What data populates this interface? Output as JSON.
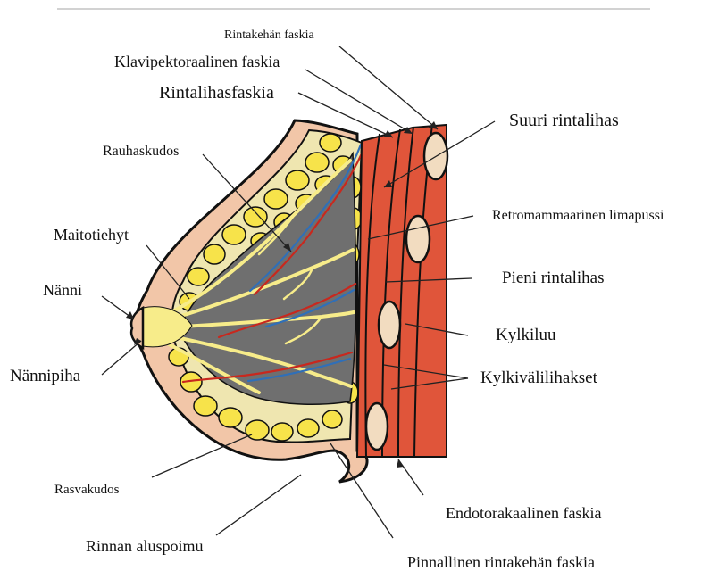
{
  "labels": {
    "rintakehan_faskia": "Rintakehän faskia",
    "klavipektoraalinen_faskia": "Klavipektoraalinen faskia",
    "rintalihasfaskia": "Rintalihasfaskia",
    "suuri_rintalihas": "Suuri rintalihas",
    "rauhaskudos": "Rauhaskudos",
    "retromammaarinen_limapussi": "Retromammaarinen limapussi",
    "maitotiehyt": "Maitotiehyt",
    "pieni_rintalihas": "Pieni rintalihas",
    "nanni": "Nänni",
    "kylkiluu": "Kylkiluu",
    "nannipiha": "Nännipiha",
    "kylkivalilihakset": "Kylkivälilihakset",
    "rasvakudos": "Rasvakudos",
    "endotorakaalinen_faskia": "Endotorakaalinen faskia",
    "rinnan_aluspoimu": "Rinnan aluspoimu",
    "pinnallinen_rintakehan_faskia": "Pinnallinen rintakehän faskia"
  },
  "colors": {
    "skin": "#f2c6a8",
    "fat": "#f7e34a",
    "gland": "#6f6f6f",
    "muscle": "#e0553a",
    "rib": "#f2dcc0",
    "duct": "#f7ec8a",
    "artery": "#c8281e",
    "vein": "#2f6fb8",
    "outline": "#111111"
  }
}
